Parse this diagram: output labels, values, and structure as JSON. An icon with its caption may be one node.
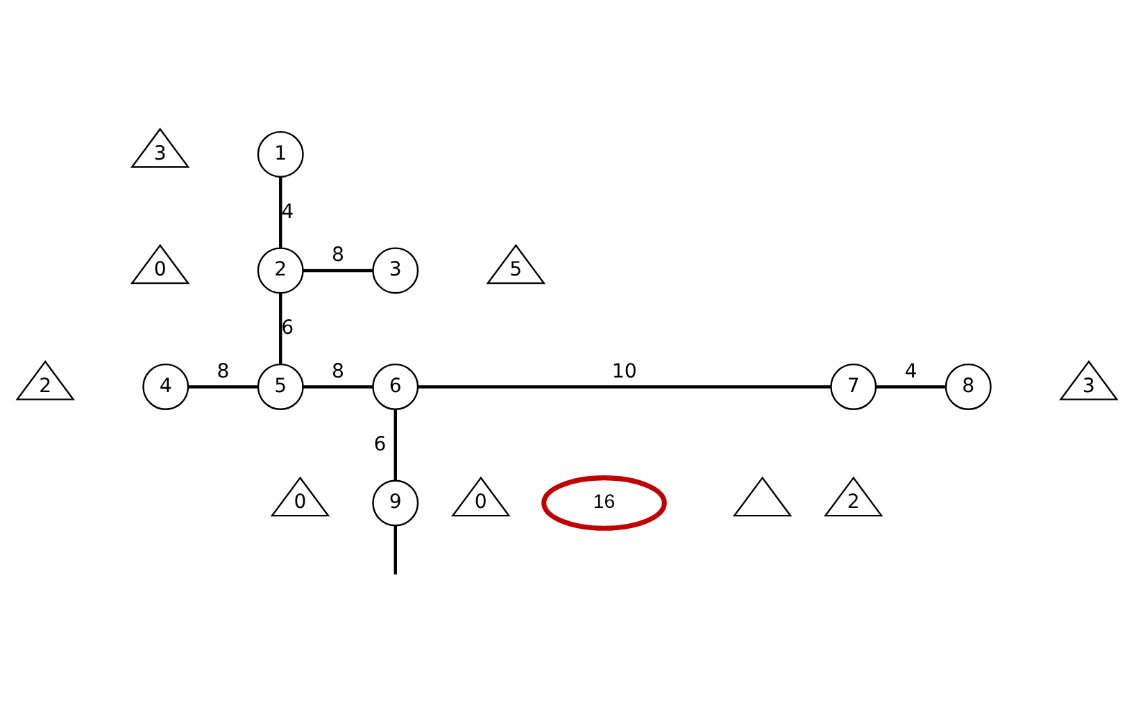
{
  "diagram": {
    "nodes": [
      {
        "text": [
          "3"
        ]
      },
      {
        "text": [
          "1"
        ]
      },
      {
        "text": [
          "0"
        ]
      },
      {
        "text": [
          "2"
        ]
      },
      {
        "text": [
          "3"
        ]
      },
      {
        "text": [
          "5"
        ]
      },
      {
        "text": [
          "2"
        ]
      },
      {
        "text": [
          "4"
        ]
      },
      {
        "text": [
          "5"
        ]
      },
      {
        "text": [
          "6"
        ]
      },
      {
        "text": [
          "7"
        ]
      },
      {
        "text": [
          "8"
        ]
      },
      {
        "text": [
          "3"
        ]
      },
      {
        "text": [
          "0"
        ]
      },
      {
        "text": [
          "0"
        ]
      },
      {
        "text": [
          "2"
        ]
      },
      {
        "text": [
          "9"
        ]
      },
      {
        "text": [
          "16"
        ]
      },
      {
        "text": [],
        "shape": "triangle"
      }
    ],
    "edges": [
      {
        "from": 1,
        "to": 3,
        "arrow": "none",
        "label": "4"
      },
      {
        "from": 3,
        "to": 4,
        "arrow": "none",
        "label": "8"
      },
      {
        "from": 3,
        "to": 8,
        "arrow": "none",
        "label": "6"
      },
      {
        "from": 7,
        "to": 8,
        "arrow": "none",
        "label": "8"
      },
      {
        "from": 8,
        "to": 9,
        "arrow": "none",
        "label": "8"
      },
      {
        "from": 9,
        "to": 10,
        "arrow": "none",
        "label": "10"
      },
      {
        "from": 10,
        "to": 11,
        "arrow": "none",
        "label": "4"
      },
      {
        "from": 9,
        "to": 16,
        "arrow": "none",
        "label": "6"
      },
      {
        "from": 16,
        "to": null,
        "arrow": "none"
      }
    ]
  }
}
